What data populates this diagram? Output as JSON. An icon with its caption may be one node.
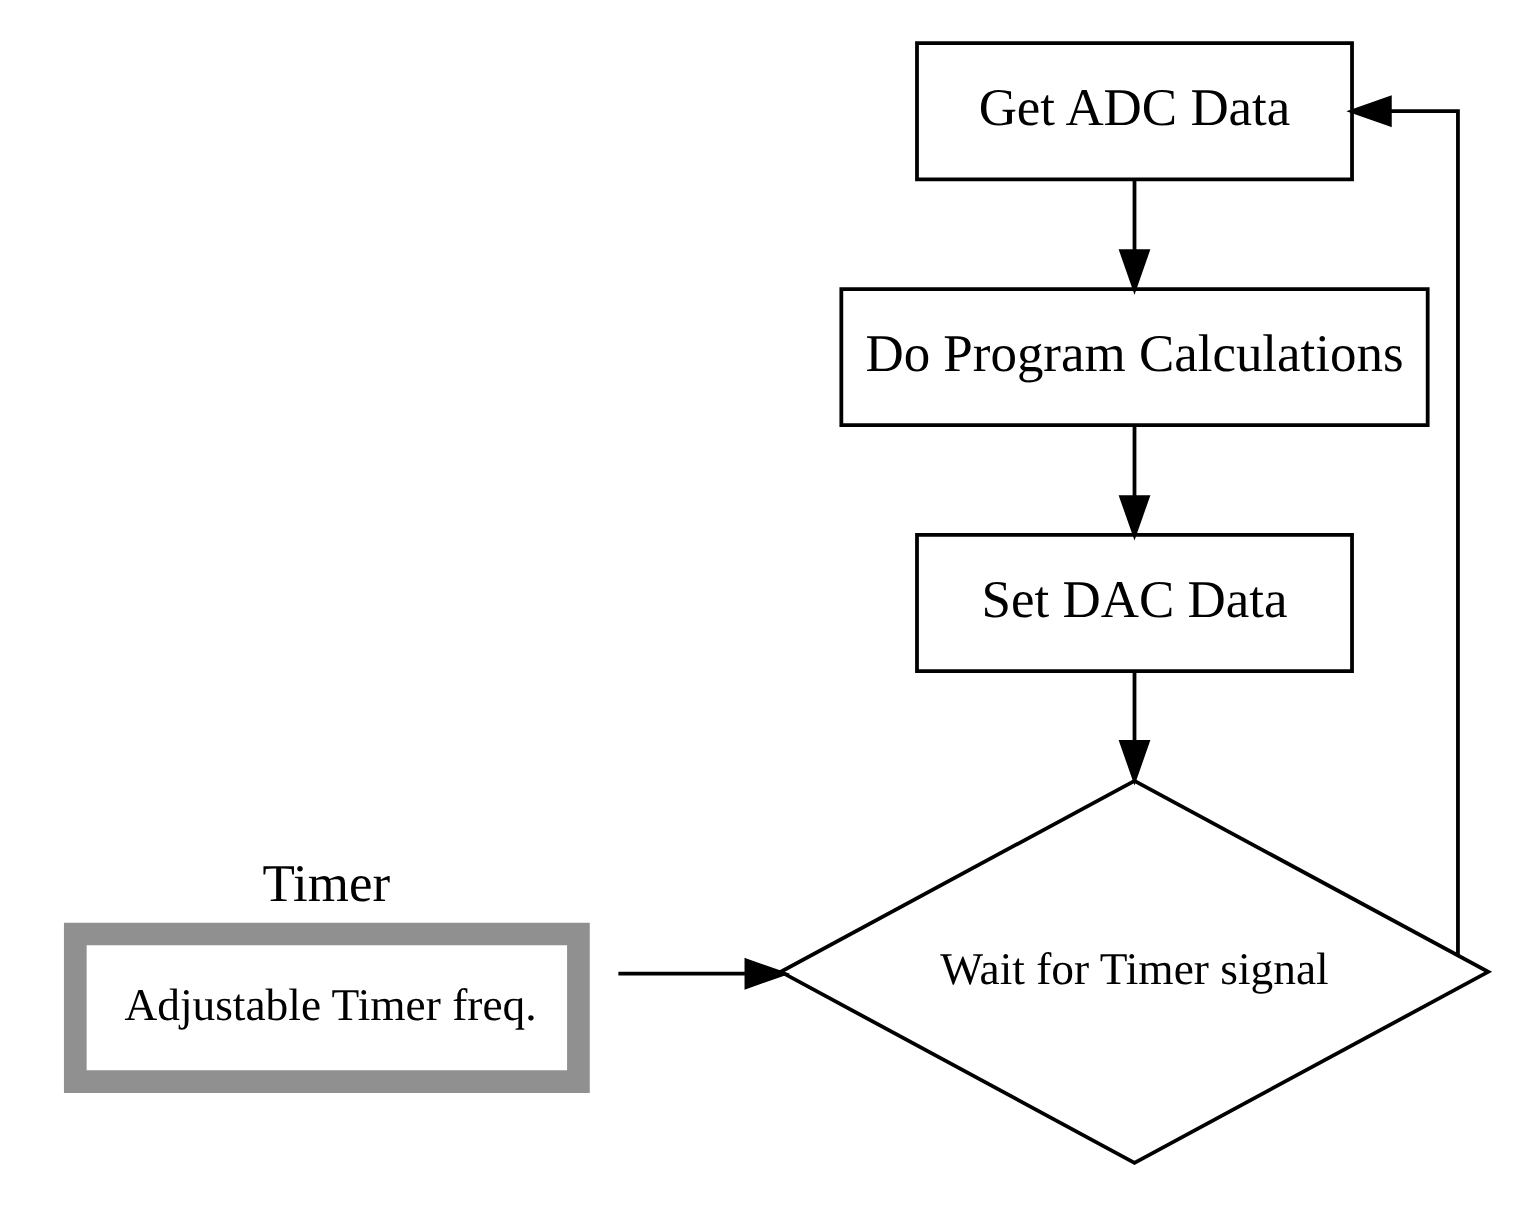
{
  "diagram": {
    "nodes": [
      {
        "text": [
          "Timer",
          "Adjustable Timer freq."
        ]
      },
      {
        "text": [
          "Get ADC Data"
        ]
      },
      {
        "text": [
          "Do Program Calculations"
        ]
      },
      {
        "text": [
          "Set DAC Data"
        ]
      },
      {
        "text": [
          "Wait for Timer signal"
        ]
      }
    ],
    "edges": [
      {
        "from": 1,
        "to": 2,
        "arrow": "to"
      },
      {
        "from": 2,
        "to": 3,
        "arrow": "to"
      },
      {
        "from": 3,
        "to": 4,
        "arrow": "to"
      },
      {
        "from": 4,
        "to": 1,
        "arrow": "to"
      },
      {
        "from": 0,
        "to": 4,
        "arrow": "to"
      }
    ]
  }
}
